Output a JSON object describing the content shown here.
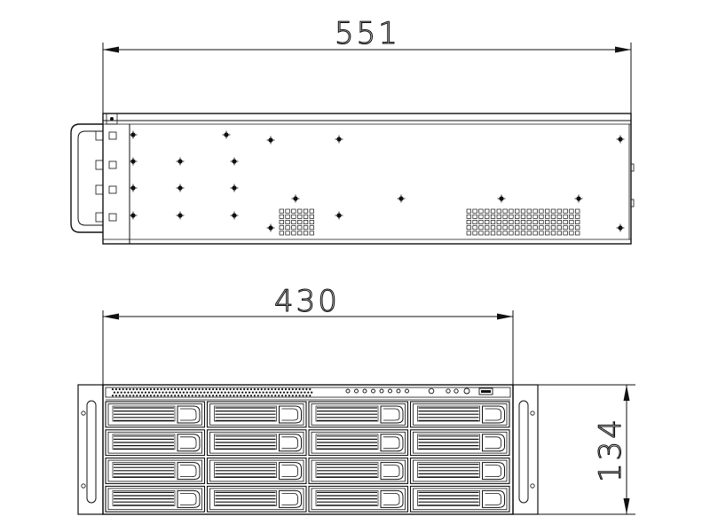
{
  "top_view": {
    "dimension_label": "551"
  },
  "front_view": {
    "width_label": "430",
    "height_label": "134",
    "drive_bays": {
      "rows": 4,
      "columns": 4
    },
    "indicator_leds": 8
  },
  "colors": {
    "line": "#111111",
    "background": "#ffffff"
  }
}
